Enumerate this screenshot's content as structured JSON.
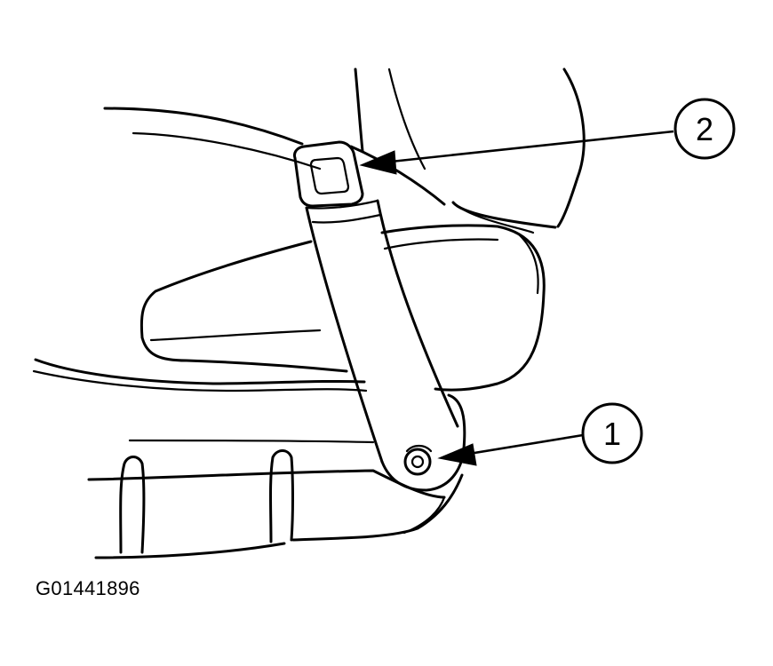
{
  "figure": {
    "id_label": "G01441896"
  },
  "callouts": [
    {
      "label": "1",
      "target": "anchor-bolt"
    },
    {
      "label": "2",
      "target": "buckle-tongue-slot"
    }
  ],
  "colors": {
    "ink": "#000000",
    "background": "#ffffff"
  }
}
